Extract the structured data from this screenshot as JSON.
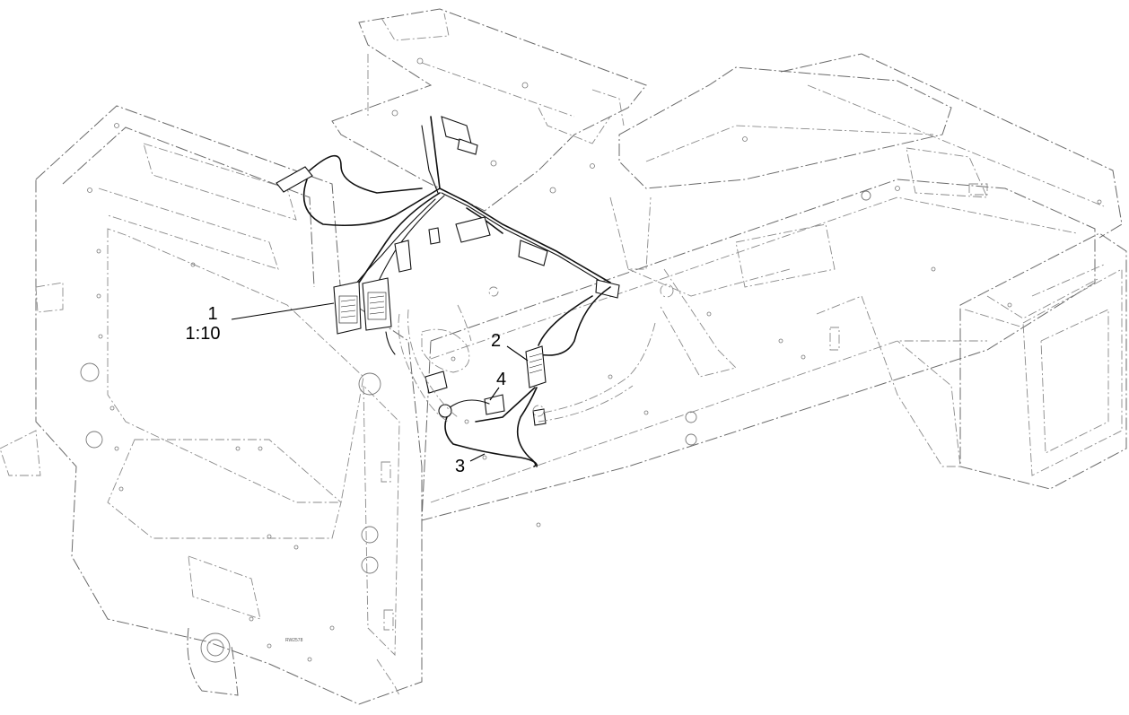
{
  "callouts": [
    {
      "id": "1",
      "label": "1",
      "sublabel": "1:10"
    },
    {
      "id": "2",
      "label": "2"
    },
    {
      "id": "3",
      "label": "3"
    },
    {
      "id": "4",
      "label": "4"
    }
  ],
  "drawing_ref": "RW2578"
}
